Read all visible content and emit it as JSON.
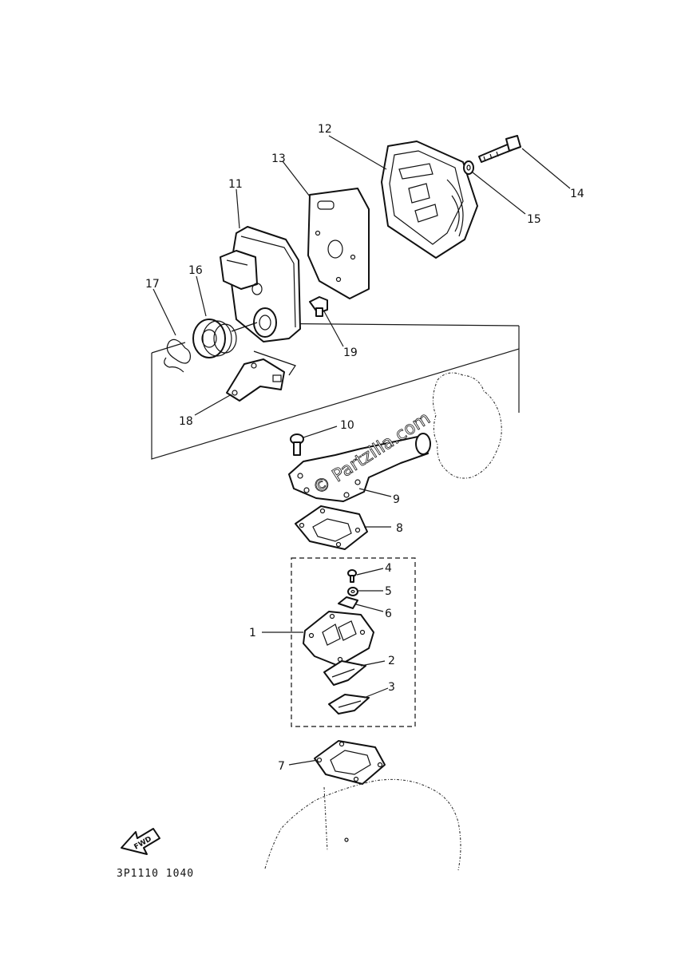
{
  "callouts": {
    "p1": "1",
    "p2": "2",
    "p3": "3",
    "p4": "4",
    "p5": "5",
    "p6": "6",
    "p7": "7",
    "p8": "8",
    "p9": "9",
    "p10": "10",
    "p11": "11",
    "p12": "12",
    "p13": "13",
    "p14": "14",
    "p15": "15",
    "p16": "16",
    "p17": "17",
    "p18": "18",
    "p19": "19"
  },
  "fwd_label": "FWD",
  "diagram_code": "3P1110 1040",
  "watermark": "© Partzilla.com"
}
